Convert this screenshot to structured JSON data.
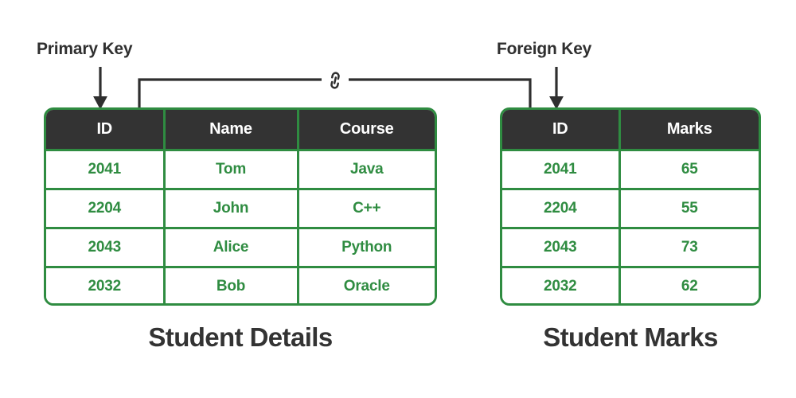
{
  "diagram": {
    "annotations": [
      {
        "id": "primary-key",
        "label": "Primary Key"
      },
      {
        "id": "foreign-key",
        "label": "Foreign Key"
      }
    ],
    "relationship": {
      "icon": "link-icon",
      "from_table": "Student Details",
      "from_column": "ID",
      "to_table": "Student Marks",
      "to_column": "ID"
    },
    "colors": {
      "border_green": "#2f8c41",
      "value_green": "#2f8c41",
      "header_dark": "#333333",
      "header_text": "#ffffff",
      "text_dark": "#2f2f2f",
      "connector": "#333333",
      "background": "#ffffff"
    }
  },
  "tables": [
    {
      "id": "student-details",
      "caption": "Student Details",
      "columns": [
        "ID",
        "Name",
        "Course"
      ],
      "rows": [
        [
          "2041",
          "Tom",
          "Java"
        ],
        [
          "2204",
          "John",
          "C++"
        ],
        [
          "2043",
          "Alice",
          "Python"
        ],
        [
          "2032",
          "Bob",
          "Oracle"
        ]
      ]
    },
    {
      "id": "student-marks",
      "caption": "Student Marks",
      "columns": [
        "ID",
        "Marks"
      ],
      "rows": [
        [
          "2041",
          "65"
        ],
        [
          "2204",
          "55"
        ],
        [
          "2043",
          "73"
        ],
        [
          "2032",
          "62"
        ]
      ]
    }
  ]
}
